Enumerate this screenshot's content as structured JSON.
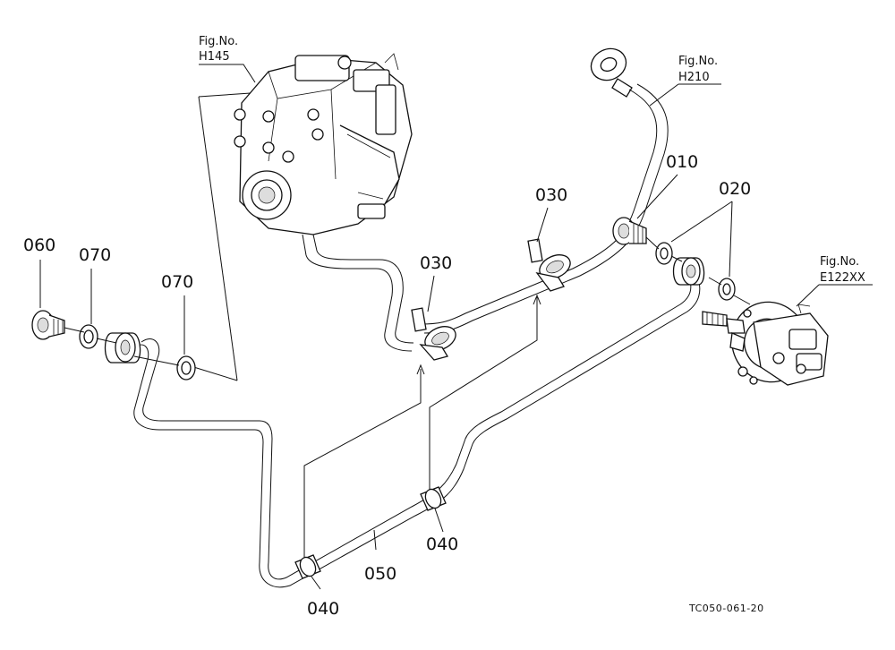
{
  "figure_refs": {
    "h145": {
      "caption": "Fig.No.",
      "code": "H145"
    },
    "h210": {
      "caption": "Fig.No.",
      "code": "H210"
    },
    "e122xx": {
      "caption": "Fig.No.",
      "code": "E122XX"
    }
  },
  "callouts": {
    "p010": "010",
    "p020": "020",
    "p030_left": "030",
    "p030_right": "030",
    "p040_bottom": "040",
    "p040_mid": "040",
    "p050": "050",
    "p060": "060",
    "p070_left": "070",
    "p070_right": "070"
  },
  "drawing_code": "TC050-061-20"
}
